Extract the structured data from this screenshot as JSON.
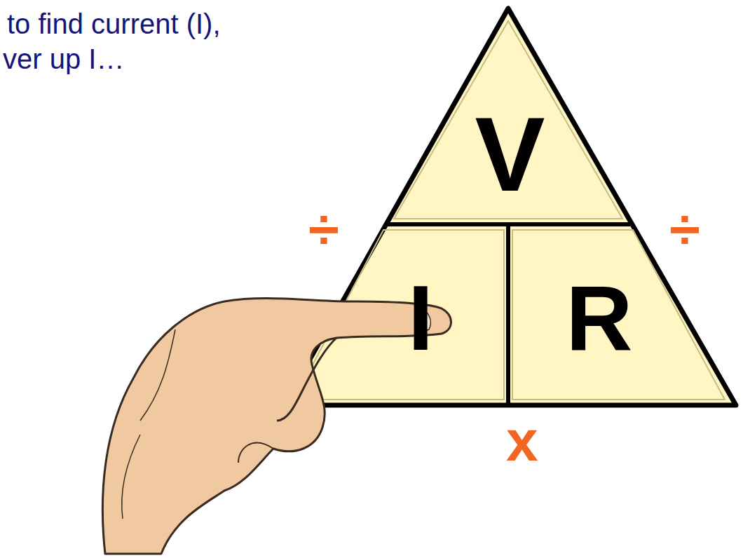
{
  "diagram": {
    "nodes": [
      {
        "text": [
          "V"
        ]
      },
      {
        "text": [
          "I"
        ]
      },
      {
        "text": [
          "R"
        ]
      }
    ],
    "labels": [
      "to find current (I),",
      "ver up I…",
      "÷",
      "÷",
      "x"
    ]
  }
}
